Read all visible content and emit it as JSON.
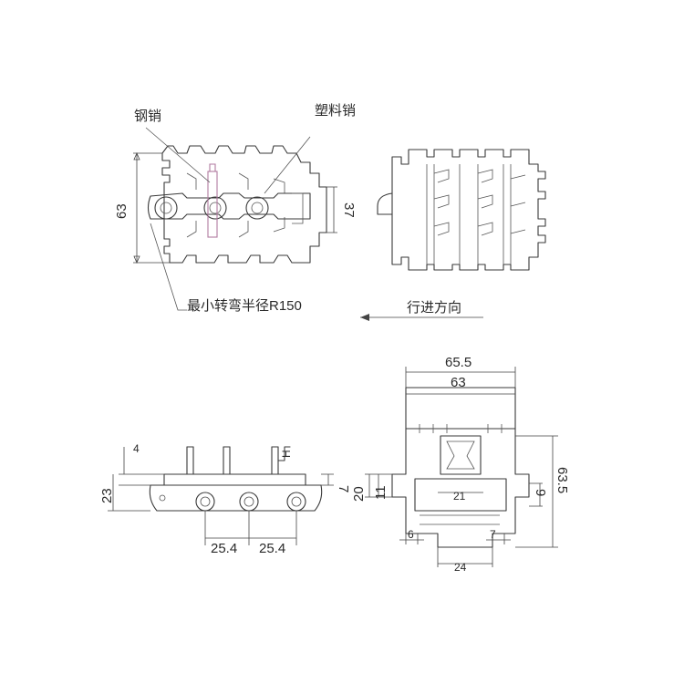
{
  "labels": {
    "steel_pin": "钢销",
    "plastic_pin": "塑料销",
    "min_radius": "最小转弯半径R150",
    "direction": "行进方向"
  },
  "dims": {
    "top_height": "63",
    "top_pin_h": "37",
    "side_4": "4",
    "side_23": "23",
    "side_H": "H",
    "side_7": "7",
    "pitch_a": "25.4",
    "pitch_b": "25.4",
    "end_65_5": "65.5",
    "end_63": "63",
    "end_20": "20",
    "end_11": "11",
    "end_21": "21",
    "end_9": "9",
    "end_63_5": "63.5",
    "end_6": "6",
    "end_7": "7",
    "end_24": "24"
  },
  "colors": {
    "line": "#3a3a3a",
    "pin": "#b07aa0"
  }
}
